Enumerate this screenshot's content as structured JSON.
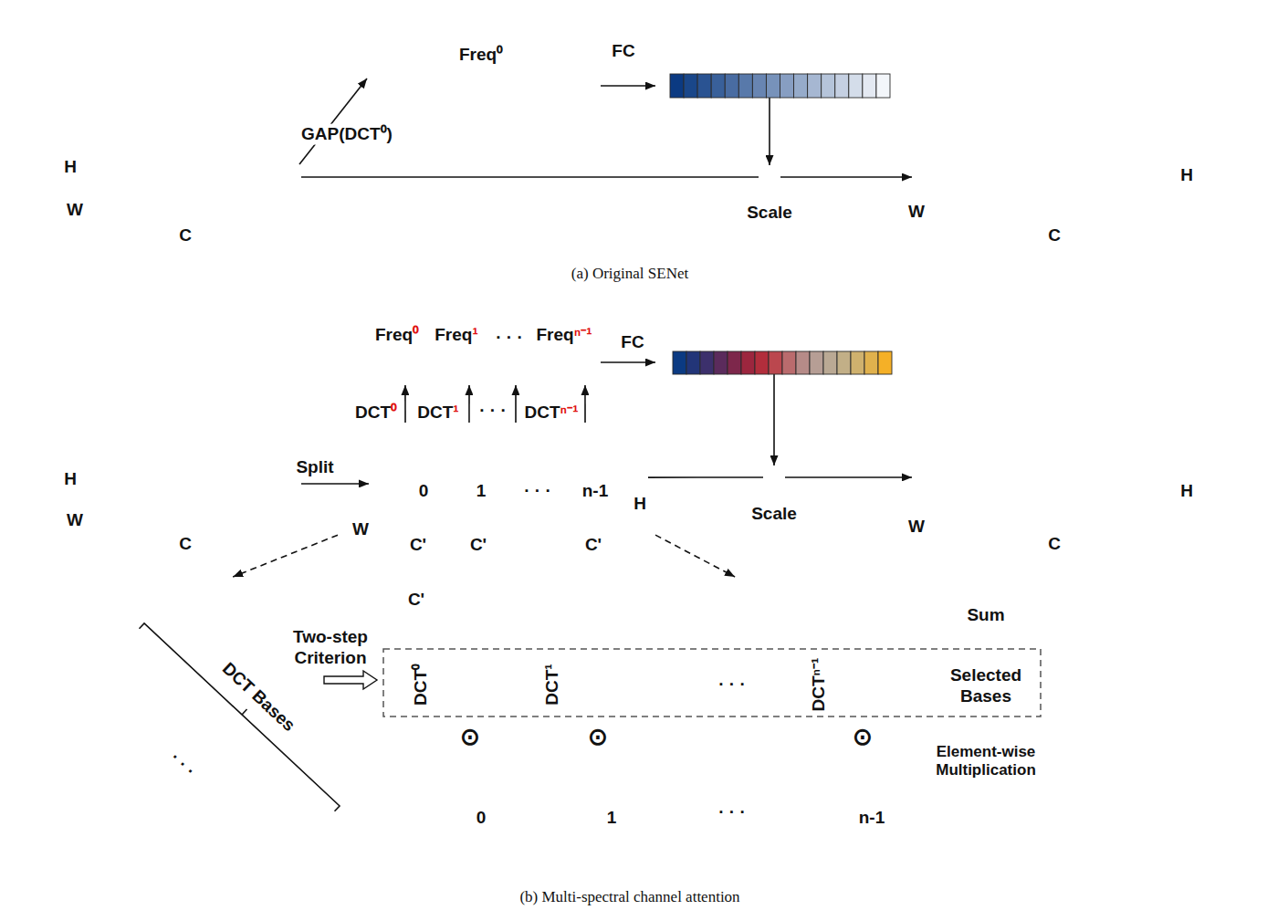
{
  "diagram": {
    "nodes": [
      {
        "text": [
          "H",
          "W",
          "C"
        ]
      },
      {
        "text": [
          "Freq⁰"
        ]
      },
      {
        "text": [
          "Scale"
        ]
      },
      {
        "text": [
          "W",
          "H",
          "C"
        ]
      },
      {
        "text": [
          "H",
          "W",
          "C"
        ]
      },
      {
        "text": [
          "W",
          "H"
        ]
      },
      {
        "text": [
          "Freq⁰",
          "Freq¹",
          "· · ·",
          "Freqⁿ⁻¹"
        ],
        "in": 5
      },
      {
        "text": [
          "0",
          "C'"
        ],
        "in": 5
      },
      {
        "text": [
          "1",
          "C'"
        ],
        "in": 5
      },
      {
        "text": [
          "· · ·"
        ],
        "in": 5
      },
      {
        "text": [
          "n-1",
          "C'"
        ],
        "in": 5
      },
      {
        "text": [
          "Scale"
        ]
      },
      {
        "text": [
          "W",
          "H",
          "C"
        ]
      },
      {
        "text": [
          "Sum",
          "Selected Bases",
          "Element-wise Multiplication"
        ]
      },
      {
        "text": [
          "DCT Bases",
          "· · ·"
        ],
        "in": 13
      },
      {
        "text": [
          "C'",
          "DCT⁰",
          "⊙"
        ],
        "in": 13
      },
      {
        "text": [
          "0"
        ],
        "in": 15
      },
      {
        "text": [
          "DCT¹",
          "⊙"
        ],
        "in": 13
      },
      {
        "text": [
          "1"
        ],
        "in": 17
      },
      {
        "text": [
          "· · ·",
          "· · ·"
        ],
        "in": 13
      },
      {
        "text": [
          "DCTⁿ⁻¹",
          "⊙"
        ],
        "in": 13
      },
      {
        "text": [
          "n-1"
        ],
        "in": 20
      }
    ],
    "edges": [
      {
        "from": 0,
        "to": 1,
        "label": "GAP(DCT⁰)",
        "arrow": "to"
      },
      {
        "from": 0,
        "to": 2,
        "arrow": "none"
      },
      {
        "from": 2,
        "to": 3,
        "arrow": "to"
      },
      {
        "from": 4,
        "to": 5,
        "label": "Split",
        "arrow": "to"
      },
      {
        "from": 5,
        "to": 11,
        "arrow": "none"
      },
      {
        "from": 11,
        "to": 12,
        "arrow": "to"
      },
      {
        "from": 5,
        "to": 13,
        "arrow": "to"
      },
      {
        "from": 5,
        "to": 13,
        "arrow": "to"
      },
      {
        "from": 7,
        "to": 6,
        "label": "DCT⁰",
        "arrow": "to"
      },
      {
        "from": 8,
        "to": 6,
        "label": "DCT¹",
        "arrow": "to"
      },
      {
        "from": 9,
        "to": 6,
        "label": "· · ·",
        "arrow": "to"
      },
      {
        "from": 10,
        "to": 6,
        "label": "DCTⁿ⁻¹",
        "arrow": "to"
      }
    ],
    "labels": [
      "FC",
      "FC",
      "Two-step Criterion",
      "(a) Original SENet",
      "(b) Multi-spectral channel attention"
    ]
  }
}
